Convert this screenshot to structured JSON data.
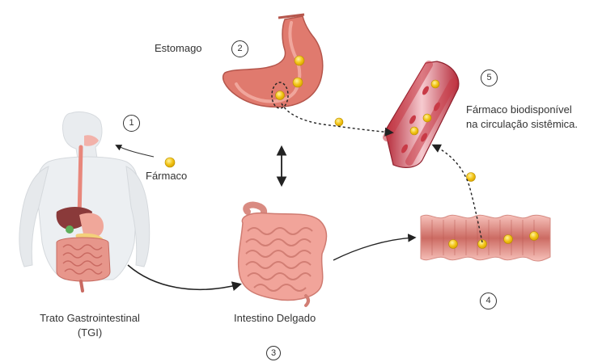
{
  "labels": {
    "stomach": "Estomago",
    "drug": "Fármaco",
    "bioavailable_line1": "Fármaco  biodisponível",
    "bioavailable_line2": "na circulação sistêmica.",
    "git_line1": "Trato Gastrointestinal",
    "git_line2": "(TGI)",
    "small_intestine": "Intestino Delgado"
  },
  "steps": [
    "1",
    "2",
    "3",
    "4",
    "5"
  ],
  "colors": {
    "drug_particle": "#f2c416",
    "stomach": "#e07a6e",
    "intestine": "#f1a49a",
    "blood_vessel": "#c83a46",
    "arrow": "#222222"
  }
}
